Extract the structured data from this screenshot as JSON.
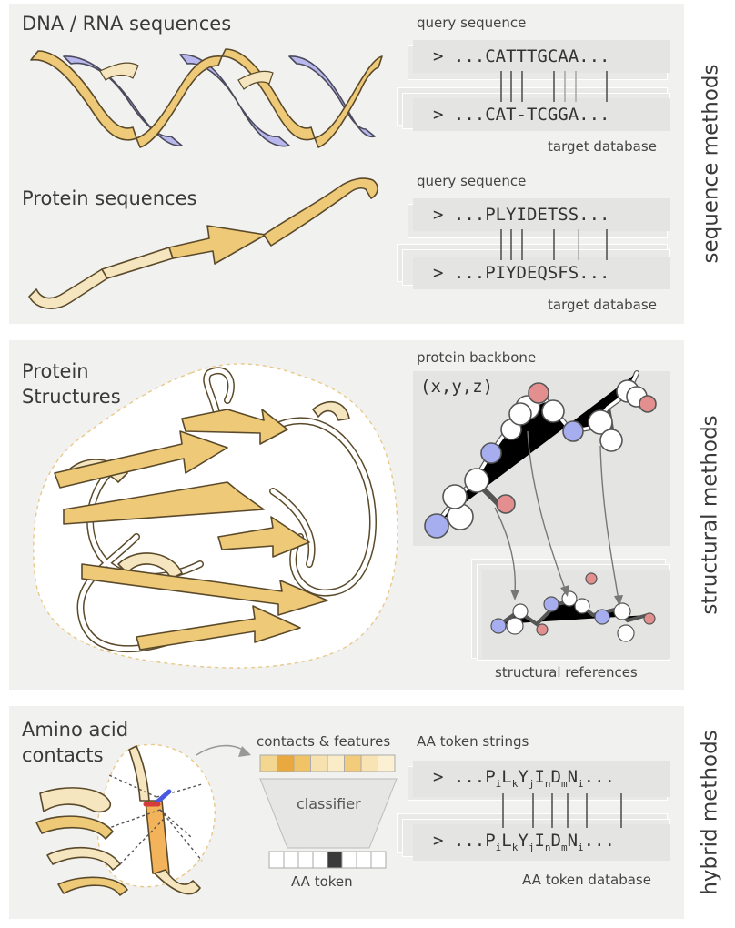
{
  "colors": {
    "gold": "#eec978",
    "gold_edge": "#5a4a2a",
    "cream": "#f6e6bf",
    "lavender": "#b8b8ee",
    "panel": "#f1f1f0",
    "seqbox": "#e4e4e3",
    "nitrogen": "#a6aef0",
    "oxygen": "#e38f8f",
    "token_dark": "#3a3a3a"
  },
  "sequence": {
    "side_label": "sequence methods",
    "dna": {
      "title": "DNA / RNA sequences",
      "query_label": "query sequence",
      "query_seq": "> ...CATTTGCAA...",
      "target_seq": "> ...CAT-TCGGA...",
      "target_label": "target database"
    },
    "protein": {
      "title": "Protein sequences",
      "query_label": "query sequence",
      "query_seq": "> ...PLYIDETSS...",
      "target_seq": "> ...PIYDEQSFS...",
      "target_label": "target database"
    }
  },
  "structural": {
    "side_label": "structural methods",
    "title_line1": "Protein",
    "title_line2": "Structures",
    "backbone_label": "protein backbone",
    "coords_label": "(x,y,z)",
    "references_label": "structural references"
  },
  "hybrid": {
    "side_label": "hybrid methods",
    "title_line1": "Amino acid",
    "title_line2": "contacts",
    "contacts_label": "contacts & features",
    "classifier_label": "classifier",
    "token_label": "AA token",
    "token_strings_label": "AA token strings",
    "token_database_label": "AA token database",
    "query_prefix": "> ...",
    "query_suffix": "...",
    "target_prefix": "> ...",
    "target_suffix": "...",
    "tokens": [
      {
        "char": "P",
        "sub": "i"
      },
      {
        "char": "L",
        "sub": "k"
      },
      {
        "char": "Y",
        "sub": "j"
      },
      {
        "char": "I",
        "sub": "n"
      },
      {
        "char": "D",
        "sub": "m"
      },
      {
        "char": "N",
        "sub": "i"
      }
    ],
    "feature_colors": [
      "#f3d690",
      "#e9a93f",
      "#f0c466",
      "#f7e1ae",
      "#fbecc8",
      "#f2cc7a",
      "#f7e3b3",
      "#fbf0d2"
    ],
    "token_cells_active": 4
  }
}
